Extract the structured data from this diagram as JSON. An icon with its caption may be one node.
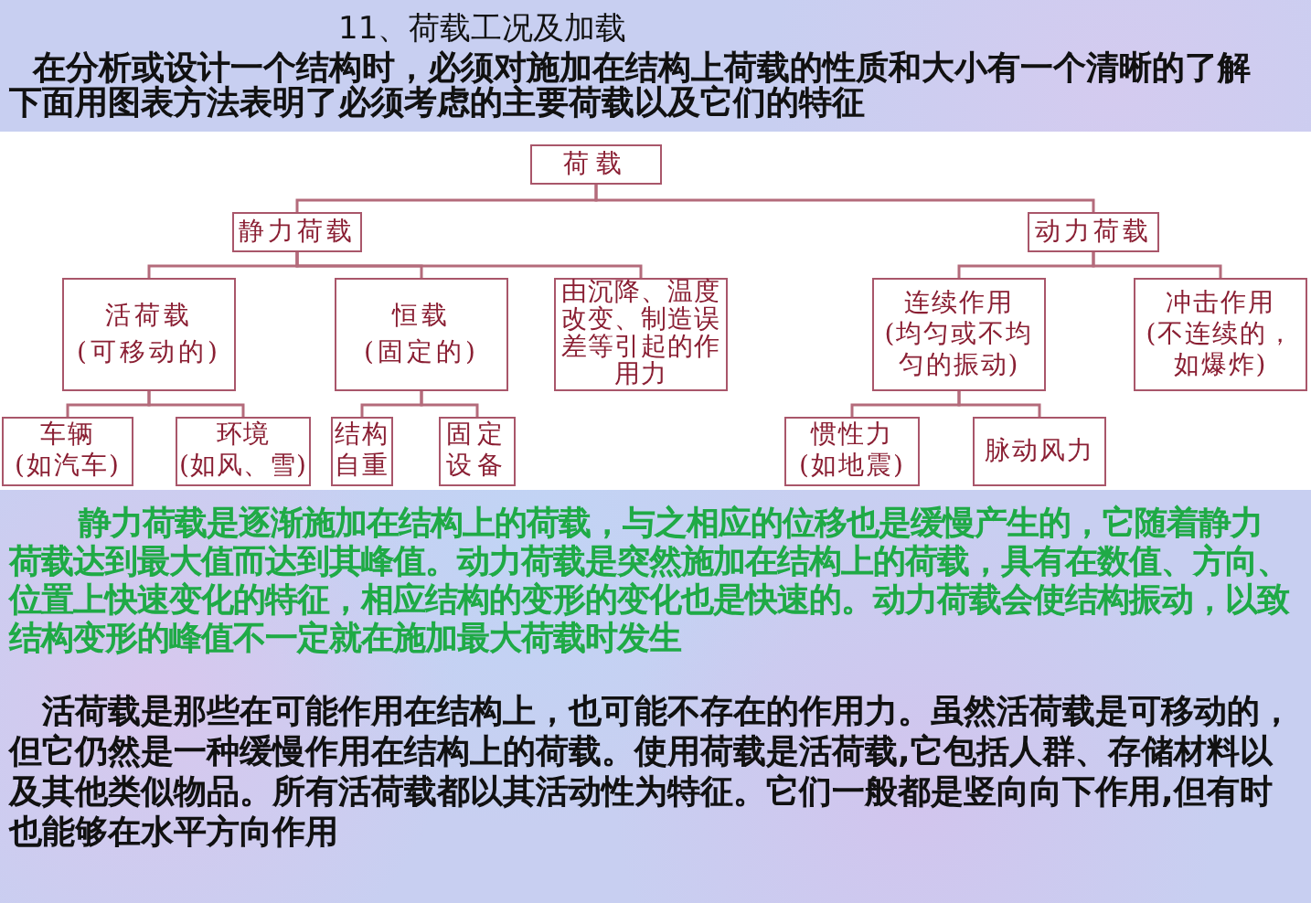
{
  "diagram": {
    "title": "11、荷载工况及加载",
    "nodes": [
      {
        "text": [
          "荷载"
        ]
      },
      {
        "text": [
          "静力荷载"
        ]
      },
      {
        "text": [
          "动力荷载"
        ]
      },
      {
        "text": [
          "活荷载",
          "(可移动的)"
        ]
      },
      {
        "text": [
          "恒载",
          "(固定的)"
        ]
      },
      {
        "text": [
          "由沉降、温度改变、制造误差等引起的作用力"
        ]
      },
      {
        "text": [
          "连续作用",
          "(均匀或不均匀的振动)"
        ]
      },
      {
        "text": [
          "冲击作用",
          "(不连续的，如爆炸)"
        ]
      },
      {
        "text": [
          "车辆",
          "(如汽车)"
        ]
      },
      {
        "text": [
          "环境",
          "(如风、雪)"
        ]
      },
      {
        "text": [
          "结构自重"
        ]
      },
      {
        "text": [
          "固定设备"
        ]
      },
      {
        "text": [
          "惯性力",
          "(如地震)"
        ]
      },
      {
        "text": [
          "脉动风力"
        ]
      }
    ],
    "edges": [
      {
        "from": 0,
        "to": 1,
        "arrow": "none"
      },
      {
        "from": 0,
        "to": 2,
        "arrow": "none"
      },
      {
        "from": 1,
        "to": 3,
        "arrow": "none"
      },
      {
        "from": 1,
        "to": 4,
        "arrow": "none"
      },
      {
        "from": 1,
        "to": 5,
        "arrow": "none"
      },
      {
        "from": 2,
        "to": 6,
        "arrow": "none"
      },
      {
        "from": 2,
        "to": 7,
        "arrow": "none"
      },
      {
        "from": 3,
        "to": 8,
        "arrow": "none"
      },
      {
        "from": 3,
        "to": 9,
        "arrow": "none"
      },
      {
        "from": 4,
        "to": 10,
        "arrow": "none"
      },
      {
        "from": 4,
        "to": 11,
        "arrow": "none"
      },
      {
        "from": 6,
        "to": 12,
        "arrow": "none"
      },
      {
        "from": 6,
        "to": 13,
        "arrow": "none"
      }
    ],
    "labels": [
      "在分析或设计一个结构时，必须对施加在结构上荷载的性质和大小有一个清晰的了解",
      "下面用图表方法表明了必须考虑的主要荷载以及它们的特征",
      "静力荷载是逐渐施加在结构上的荷载，与之相应的位移也是缓慢产生的，它随着静力荷载达到最大值而达到其峰值。动力荷载是突然施加在结构上的荷载，具有在数值、方向、位置上快速变化的特征，相应结构的变形的变化也是快速的。动力荷载会使结构振动，以致结构变形的峰值不一定就在施加最大荷载时发生",
      "活荷载是那些在可能作用在结构上，也可能不存在的作用力。虽然活荷载是可移动的，但它仍然是一种缓慢作用在结构上的荷载。使用荷载是活荷载,它包括人群、存储材料以及其他类似物品。所有活荷载都以其活动性为特征。它们一般都是竖向向下作用,但有时也能够在水平方向作用"
    ]
  }
}
